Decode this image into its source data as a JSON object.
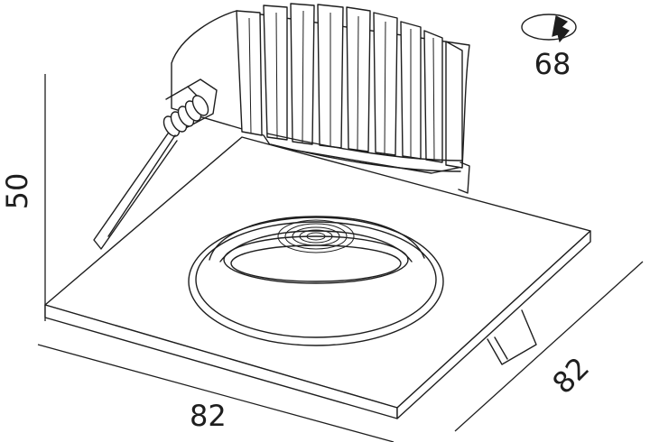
{
  "dimensions": {
    "height": "50",
    "width_front": "82",
    "width_side": "82",
    "cutout_diameter": "68"
  },
  "icons": {
    "cutout": "cutout-diameter-icon",
    "product": "recessed-downlight-drawing"
  },
  "colors": {
    "line": "#1e1e1e",
    "background": "#ffffff"
  }
}
